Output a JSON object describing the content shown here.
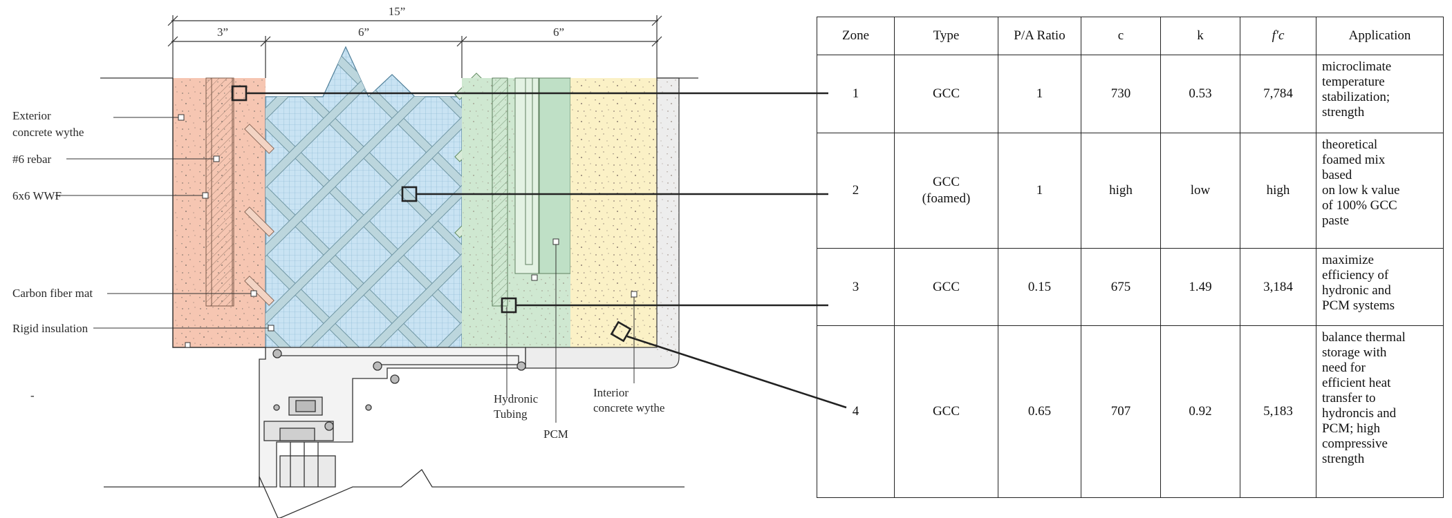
{
  "dimensions": {
    "total": "15”",
    "left": "3”",
    "middle": "6”",
    "right": "6”"
  },
  "callouts": {
    "exterior_wythe": [
      "Exterior",
      "concrete wythe"
    ],
    "rebar": "#6 rebar",
    "wwf": "6x6 WWF",
    "carbon": "Carbon fiber mat",
    "rigid": "Rigid insulation",
    "dash": "-",
    "hydronic": [
      "Hydronic",
      "Tubing"
    ],
    "pcm": "PCM",
    "interior_wythe": [
      "Interior",
      "concrete wythe"
    ]
  },
  "colors": {
    "exterior_zone": "#f6c6b2",
    "insulation_zone": "#c9e3f3",
    "pcm_zone": "#cfe8d1",
    "interior_zone": "#fbf1c6",
    "concrete_gray": "#ededed",
    "grid_line": "#7fb0cc",
    "truss": "#bcd6dd"
  },
  "table": {
    "headers": [
      "Zone",
      "Type",
      "P/A Ratio",
      "c",
      "k",
      "f'c",
      "Application"
    ],
    "rows": [
      {
        "zone": "1",
        "type": "GCC",
        "pa": "1",
        "c": "730",
        "k": "0.53",
        "fc": "7,784",
        "app": "microclimate\ntemperature\nstabilization;\nstrength"
      },
      {
        "zone": "2",
        "type": "GCC\n(foamed)",
        "pa": "1",
        "c": "high",
        "k": "low",
        "fc": "high",
        "app": "theoretical\nfoamed mix\nbased\non low k value\nof 100% GCC\npaste"
      },
      {
        "zone": "3",
        "type": "GCC",
        "pa": "0.15",
        "c": "675",
        "k": "1.49",
        "fc": "3,184",
        "app": "maximize\nefficiency of\nhydronic and\nPCM systems"
      },
      {
        "zone": "4",
        "type": "GCC",
        "pa": "0.65",
        "c": "707",
        "k": "0.92",
        "fc": "5,183",
        "app": "balance thermal\nstorage with\nneed for\nefficient heat\ntransfer to\nhydroncis and\nPCM; high\ncompressive\nstrength"
      }
    ]
  }
}
